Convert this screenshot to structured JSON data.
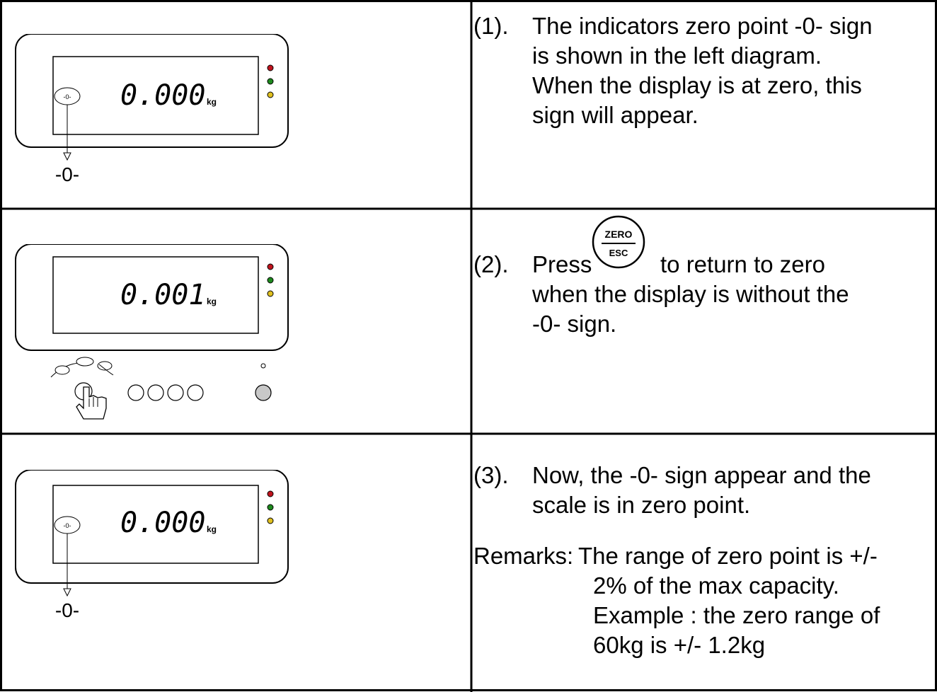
{
  "rows": [
    {
      "display_value": "0.000",
      "unit": "kg",
      "sign_label": "-0-",
      "num": "(1).",
      "lines": [
        {
          "pre": "The indicators zero point ",
          "sign": "-0-",
          "post": " sign"
        },
        {
          "pre": "is shown in the left diagram."
        },
        {
          "pre": "When the display is at zero, this"
        },
        {
          "pre": "sign will appear."
        }
      ]
    },
    {
      "display_value": "0.001",
      "unit": "kg",
      "num": "(2).",
      "key_top": "ZERO",
      "key_bottom": "ESC",
      "lines": [
        {
          "pre": "Press ",
          "post": " to return to zero"
        },
        {
          "pre": "when the display is without the"
        },
        {
          "sign": "-0-",
          "post": " sign."
        }
      ]
    },
    {
      "display_value": "0.000",
      "unit": "kg",
      "sign_label": "-0-",
      "num": "(3).",
      "lines": [
        {
          "pre": "Now, the ",
          "sign": "-0-",
          "post": " sign appear and the"
        },
        {
          "pre": "scale is in zero point."
        }
      ],
      "remarks_label": "Remarks: ",
      "remarks_lines": [
        "The range of zero point is +/-",
        "2% of the max capacity.",
        "Example : the zero range of",
        "60kg is +/- 1.2kg"
      ]
    }
  ]
}
